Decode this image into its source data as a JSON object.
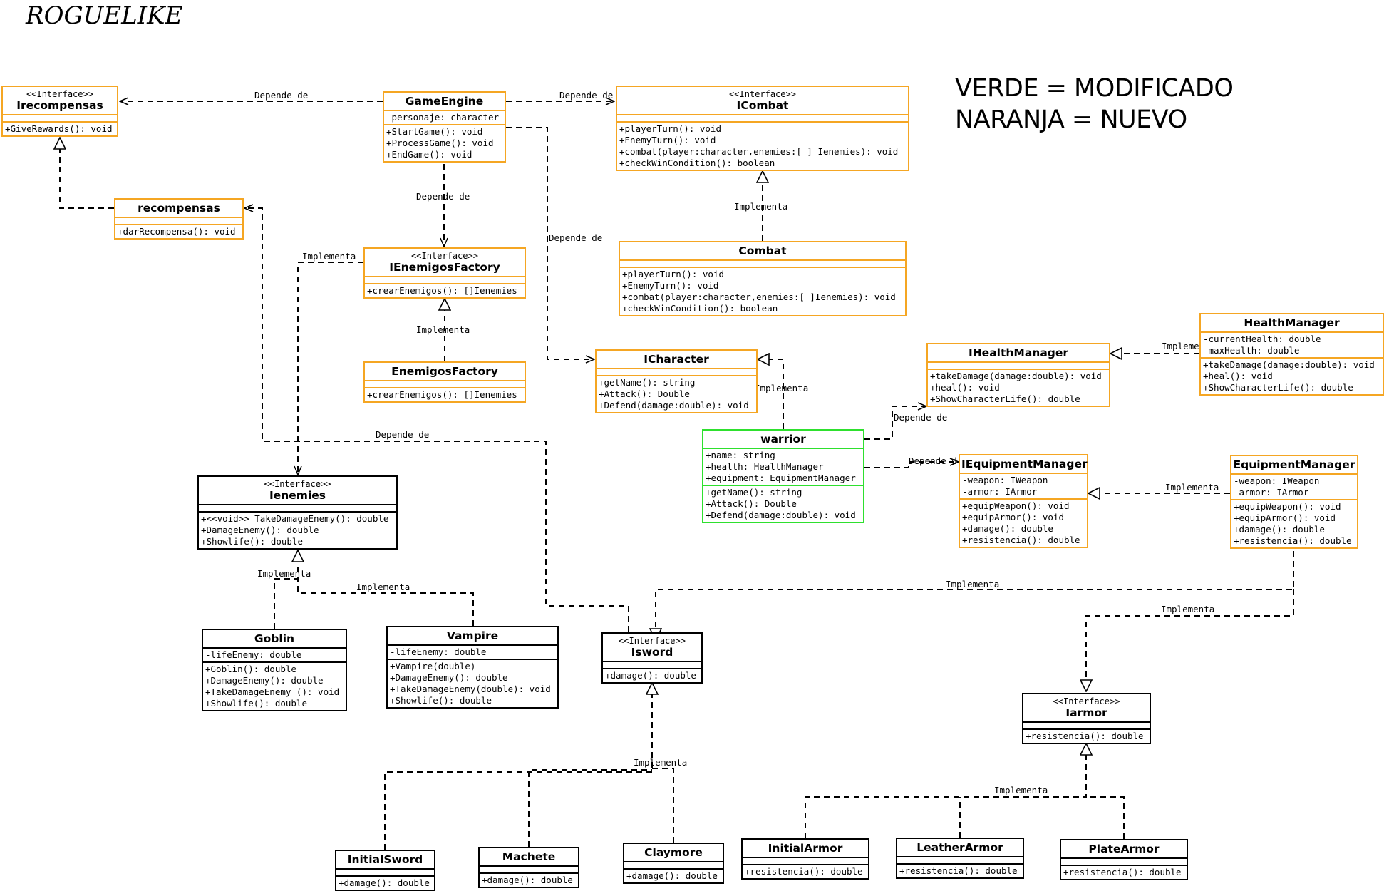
{
  "title": "ROGUELIKE",
  "legend": [
    "VERDE = MODIFICADO",
    "NARANJA = NUEVO"
  ],
  "edge_labels": {
    "depende": "Depende de",
    "depende_cut": "Depende d",
    "implementa": "Implementa"
  },
  "classes": {
    "irecompensas": {
      "stereotype": "<<Interface>>",
      "name": "Irecompensas",
      "attributes": [],
      "methods": [
        "+GiveRewards(): void"
      ]
    },
    "gameengine": {
      "name": "GameEngine",
      "attributes": [
        "-personaje: character"
      ],
      "methods": [
        "+StartGame(): void",
        "+ProcessGame(): void",
        "+EndGame(): void"
      ]
    },
    "icombat": {
      "stereotype": "<<Interface>>",
      "name": "ICombat",
      "attributes": [],
      "methods": [
        "+playerTurn(): void",
        "+EnemyTurn(): void",
        "+combat(player:character,enemies:[ ] Ienemies): void",
        "+checkWinCondition(): boolean"
      ]
    },
    "recompensas": {
      "name": "recompensas",
      "attributes": [],
      "methods": [
        "+darRecompensa(): void"
      ]
    },
    "ienemigosfactory": {
      "stereotype": "<<Interface>>",
      "name": "IEnemigosFactory",
      "attributes": [],
      "methods": [
        "+crearEnemigos(): []Ienemies"
      ]
    },
    "combat": {
      "name": "Combat",
      "attributes": [],
      "methods": [
        "+playerTurn(): void",
        "+EnemyTurn(): void",
        "+combat(player:character,enemies:[ ]Ienemies): void",
        "+checkWinCondition(): boolean"
      ]
    },
    "enemigosfactory": {
      "name": "EnemigosFactory",
      "attributes": [],
      "methods": [
        "+crearEnemigos(): []Ienemies"
      ]
    },
    "icharacter": {
      "name": "ICharacter",
      "attributes": [],
      "methods": [
        "+getName(): string",
        "+Attack(): Double",
        "+Defend(damage:double): void"
      ]
    },
    "ihealthmanager": {
      "name": "IHealthManager",
      "attributes": [],
      "methods": [
        "+takeDamage(damage:double): void",
        "+heal(): void",
        "+ShowCharacterLife(): double"
      ]
    },
    "healthmanager": {
      "name": "HealthManager",
      "attributes": [
        "-currentHealth: double",
        "-maxHealth: double"
      ],
      "methods": [
        "+takeDamage(damage:double): void",
        "+heal(): void",
        "+ShowCharacterLife(): double"
      ]
    },
    "warrior": {
      "name": "warrior",
      "attributes": [
        "+name: string",
        "+health: HealthManager",
        "+equipment: EquipmentManager"
      ],
      "methods": [
        "+getName(): string",
        "+Attack(): Double",
        "+Defend(damage:double): void"
      ]
    },
    "iequipmentmanager": {
      "name": "IEquipmentManager",
      "attributes": [
        "-weapon: IWeapon",
        "-armor: IArmor"
      ],
      "methods": [
        "+equipWeapon(): void",
        "+equipArmor(): void",
        "+damage(): double",
        "+resistencia(): double"
      ]
    },
    "equipmentmanager": {
      "name": "EquipmentManager",
      "attributes": [
        "-weapon: IWeapon",
        "-armor: IArmor"
      ],
      "methods": [
        "+equipWeapon(): void",
        "+equipArmor(): void",
        "+damage(): double",
        "+resistencia(): double"
      ]
    },
    "ienemies": {
      "stereotype": "<<Interface>>",
      "name": "Ienemies",
      "attributes": [],
      "methods": [
        "+<<void>> TakeDamageEnemy(): double",
        "+DamageEnemy(): double",
        "+Showlife(): double"
      ]
    },
    "goblin": {
      "name": "Goblin",
      "attributes": [
        "-lifeEnemy: double"
      ],
      "methods": [
        "+Goblin(): double",
        "+DamageEnemy(): double",
        "+TakeDamageEnemy (): void",
        "+Showlife(): double"
      ]
    },
    "vampire": {
      "name": "Vampire",
      "attributes": [
        "-lifeEnemy: double"
      ],
      "methods": [
        "+Vampire(double)",
        "+DamageEnemy(): double",
        "+TakeDamageEnemy(double): void",
        "+Showlife(): double"
      ]
    },
    "isword": {
      "stereotype": "<<Interface>>",
      "name": "Isword",
      "attributes": [],
      "methods": [
        "+damage(): double"
      ]
    },
    "iarmor": {
      "stereotype": "<<Interface>>",
      "name": "Iarmor",
      "attributes": [],
      "methods": [
        "+resistencia(): double"
      ]
    },
    "initialsword": {
      "name": "InitialSword",
      "attributes": [],
      "methods": [
        "+damage(): double"
      ]
    },
    "machete": {
      "name": "Machete",
      "attributes": [],
      "methods": [
        "+damage(): double"
      ]
    },
    "claymore": {
      "name": "Claymore",
      "attributes": [],
      "methods": [
        "+damage(): double"
      ]
    },
    "initialarmor": {
      "name": "InitialArmor",
      "attributes": [],
      "methods": [
        "+resistencia(): double"
      ]
    },
    "leatherarmor": {
      "name": "LeatherArmor",
      "attributes": [],
      "methods": [
        "+resistencia(): double"
      ]
    },
    "platearmor": {
      "name": "PlateArmor",
      "attributes": [],
      "methods": [
        "+resistencia(): double"
      ]
    }
  }
}
